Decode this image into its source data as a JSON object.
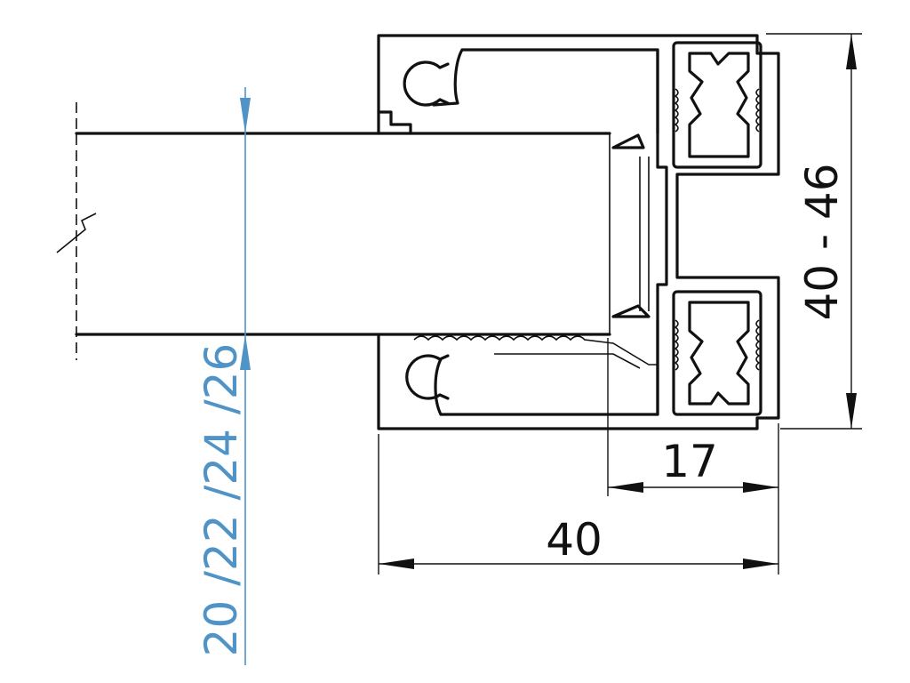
{
  "dimensions": {
    "width_total": "40",
    "width_inner": "17",
    "height_range": "40 - 46",
    "glass_thickness": "20 /22 /24 /26"
  },
  "colors": {
    "line": "#111111",
    "glass_dimension": "#4f93c7"
  }
}
